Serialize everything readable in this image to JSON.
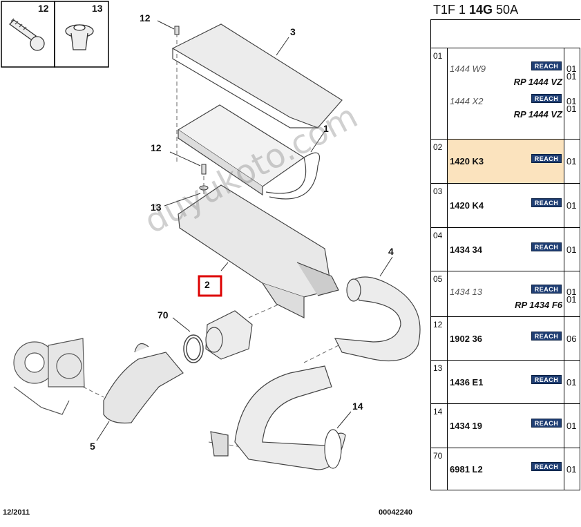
{
  "reference": {
    "prefix": "T1F 1 ",
    "bold": "14G",
    "suffix": " 50A"
  },
  "footer": {
    "date": "12/2011",
    "doc_number": "00042240"
  },
  "watermark": "duyukoto.com",
  "insets": [
    {
      "label": "12"
    },
    {
      "label": "13"
    }
  ],
  "callouts": [
    {
      "label": "12"
    },
    {
      "label": "3"
    },
    {
      "label": "1"
    },
    {
      "label": "12"
    },
    {
      "label": "13"
    },
    {
      "label": "2"
    },
    {
      "label": "70"
    },
    {
      "label": "4"
    },
    {
      "label": "5"
    },
    {
      "label": "14"
    }
  ],
  "reach_label": "REACH",
  "highlight_color": "#fbe3be",
  "parts": [
    {
      "index": "01",
      "highlight": false,
      "lines": [
        {
          "part": "1444 W9",
          "alt": true,
          "reach": true,
          "qty": "01"
        },
        {
          "part": "RP 1444 VZ",
          "rp": true,
          "qty": "01"
        },
        {
          "part": "1444 X2",
          "alt": true,
          "reach": true,
          "qty": "01"
        },
        {
          "part": "RP 1444 VZ",
          "rp": true,
          "qty": "01"
        }
      ]
    },
    {
      "index": "02",
      "highlight": true,
      "lines": [
        {
          "part": "1420 K3",
          "reach": true,
          "qty": "01"
        }
      ]
    },
    {
      "index": "03",
      "highlight": false,
      "lines": [
        {
          "part": "1420 K4",
          "reach": true,
          "qty": "01"
        }
      ]
    },
    {
      "index": "04",
      "highlight": false,
      "lines": [
        {
          "part": "1434 34",
          "reach": true,
          "qty": "01"
        }
      ]
    },
    {
      "index": "05",
      "highlight": false,
      "lines": [
        {
          "part": "1434 13",
          "alt": true,
          "reach": true,
          "qty": "01"
        },
        {
          "part": "RP 1434 F6",
          "rp": true,
          "qty": "01"
        }
      ]
    },
    {
      "index": "12",
      "highlight": false,
      "lines": [
        {
          "part": "1902 36",
          "reach": true,
          "qty": "06"
        }
      ]
    },
    {
      "index": "13",
      "highlight": false,
      "lines": [
        {
          "part": "1436 E1",
          "reach": true,
          "qty": "01"
        }
      ]
    },
    {
      "index": "14",
      "highlight": false,
      "lines": [
        {
          "part": "1434 19",
          "reach": true,
          "qty": "01"
        }
      ]
    },
    {
      "index": "70",
      "highlight": false,
      "lines": [
        {
          "part": "6981 L2",
          "reach": true,
          "qty": "01"
        }
      ]
    }
  ]
}
